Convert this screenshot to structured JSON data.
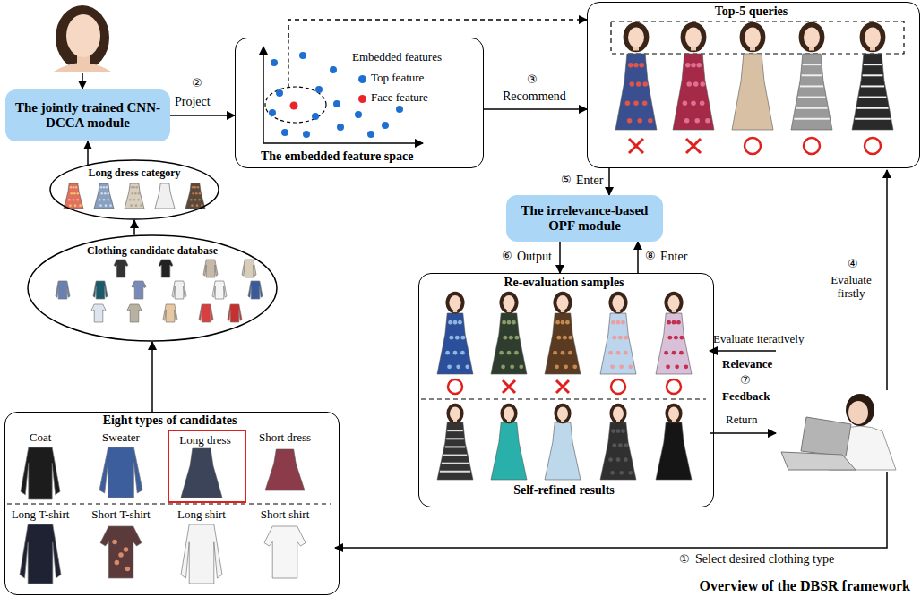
{
  "diagram": {
    "caption": "Overview of the DBSR framework",
    "nodes": [
      {
        "text": [
          "The jointly trained CNN-DCCA module"
        ]
      },
      {
        "text": [
          "Embedded features",
          "The embedded feature space"
        ]
      },
      {
        "text": [
          "Top-5 queries"
        ]
      },
      {
        "text": [
          "The irrelevance-based OPF module"
        ]
      },
      {
        "text": [
          "Re-evaluation samples",
          "Self-refined results"
        ]
      },
      {
        "text": [
          "Long dress category"
        ]
      },
      {
        "text": [
          "Clothing candidate database"
        ]
      },
      {
        "text": [
          "Eight types of candidates"
        ]
      },
      {
        "text": [
          "Long dress"
        ],
        "in": 7
      }
    ],
    "edges": [
      {
        "from": 0,
        "to": 1,
        "arrow": "to",
        "label": "Project"
      },
      {
        "from": 1,
        "to": 2,
        "arrow": "to",
        "label": "Recommend"
      },
      {
        "from": 1,
        "to": 2,
        "arrow": "to"
      },
      {
        "from": 2,
        "to": 3,
        "arrow": "to",
        "label": "Enter"
      },
      {
        "from": 3,
        "to": 4,
        "arrow": "to",
        "label": "Output"
      },
      {
        "from": 4,
        "to": 3,
        "arrow": "to",
        "label": "Enter"
      },
      {
        "from": 7,
        "to": 6,
        "arrow": "to"
      },
      {
        "from": 6,
        "to": 5,
        "arrow": "to"
      },
      {
        "from": 5,
        "to": 0,
        "arrow": "to"
      }
    ],
    "labels": [
      "②",
      "③",
      "④",
      "Evaluate firstly",
      "⑤",
      "⑥",
      "⑧",
      "Evaluate iteratively",
      "Relevance",
      "⑦",
      "Feedback",
      "Return",
      "①",
      "Select desired clothing type",
      "Coat",
      "Sweater",
      "Short dress",
      "Long T-shirt",
      "Short T-shirt",
      "Long shirt",
      "Short shirt"
    ],
    "legend": [
      {
        "text": "Top feature",
        "color": "#1f6fd1"
      },
      {
        "text": "Face feature",
        "color": "#e8262a"
      }
    ]
  }
}
